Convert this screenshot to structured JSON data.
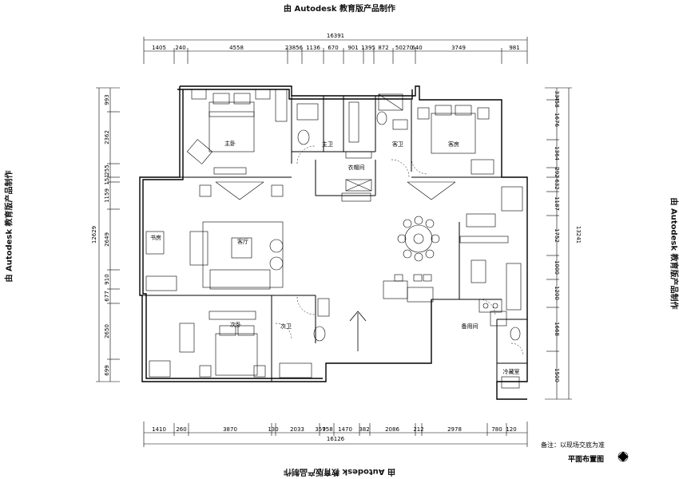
{
  "watermark": "由 Autodesk 教育版产品制作",
  "dimensions": {
    "top_total": "16391",
    "top_segments": [
      "1405",
      "240",
      "4558",
      "23856",
      "1136",
      "670",
      "901",
      "1395",
      "872",
      "50270",
      "640",
      "3749",
      "981"
    ],
    "bottom_total": "16126",
    "bottom_segments": [
      "1410",
      "260",
      "3870",
      "130",
      "2033",
      "357",
      "958",
      "1470",
      "382",
      "2086",
      "212",
      "2978",
      "780",
      "120"
    ],
    "left_total": "12629",
    "left_segments": [
      "993",
      "2362",
      "255",
      "151",
      "1159",
      "2649",
      "910",
      "677",
      "2650",
      "699"
    ],
    "right_total": "13241",
    "right_segments": [
      "33",
      "458",
      "1676",
      "1364",
      "292",
      "632",
      "1187",
      "1752",
      "1000",
      "1200",
      "1668",
      "1500"
    ]
  },
  "rooms": {
    "master_bedroom": "主卧",
    "master_bath": "主卫",
    "cloakroom": "衣帽间",
    "guest_bath": "客卫",
    "guest_room": "客房",
    "study": "书房",
    "living_room": "客厅",
    "second_bedroom": "次卧",
    "second_bath": "次卫",
    "kitchen": "备用间",
    "storage": "冷藏室"
  },
  "notes": {
    "remark": "备注：以现场交底为准",
    "drawing_title": "平面布置图"
  },
  "colors": {
    "line": "#000000",
    "background": "#ffffff"
  }
}
